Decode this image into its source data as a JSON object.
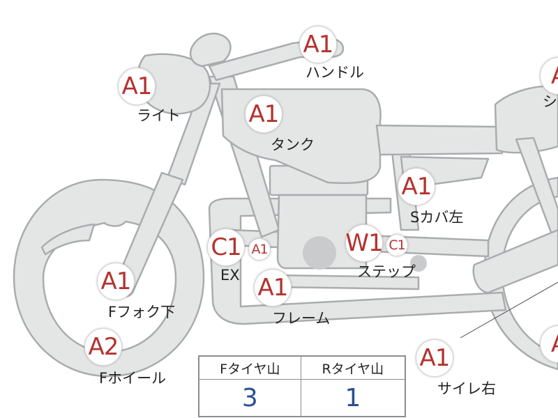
{
  "badges": {
    "handle": "A1",
    "light": "A1",
    "tank": "A1",
    "seat": "A",
    "side_cover": "A1",
    "ex": "C1",
    "ex_small": "A1",
    "step": "W1",
    "step_small": "C1",
    "front_fork": "A1",
    "frame": "A1",
    "front_wheel": "A2",
    "silencer": "A1",
    "rear_edge": "A"
  },
  "labels": {
    "handle": "ハンドル",
    "light": "ライト",
    "tank": "タンク",
    "seat": "シ",
    "side_cover": "Sカバ左",
    "ex": "EX",
    "step": "ステップ",
    "front_fork": "Fフォク下",
    "frame": "フレーム",
    "front_wheel": "Fホイール",
    "silencer": "サイレ右"
  },
  "tire_table": {
    "headers": [
      "Fタイヤ山",
      "Rタイヤ山"
    ],
    "values": [
      "3",
      "1"
    ]
  },
  "colors": {
    "badge_text": "#b5322f",
    "table_value": "#2a4f94",
    "part_fill": "#e4e6e5",
    "part_outline": "#a9acaf"
  }
}
